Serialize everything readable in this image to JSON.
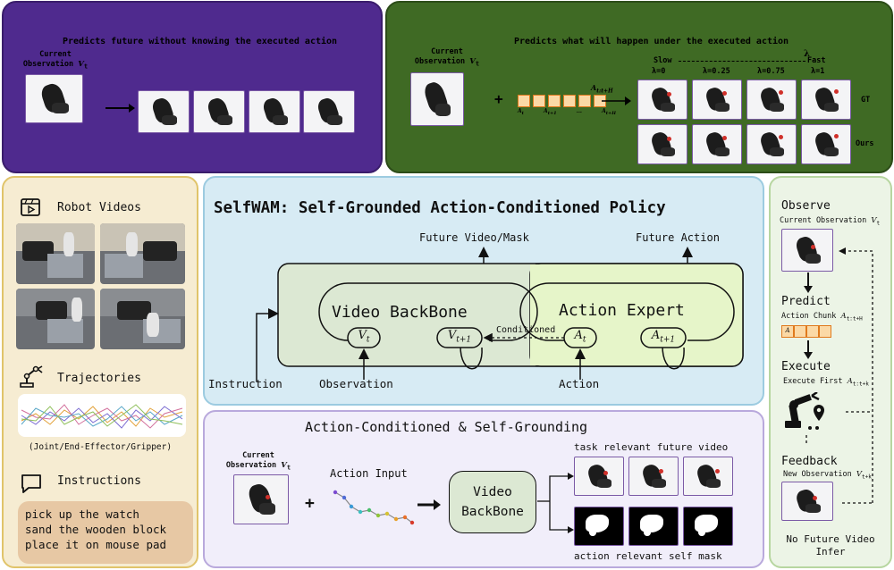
{
  "top_left": {
    "title": "Predicts future without knowing the executed action",
    "obs_label": "Current Observation",
    "obs_var": "V",
    "obs_sub": "t"
  },
  "top_right": {
    "title": "Predicts what will happen under the executed action",
    "obs_label": "Current Observation",
    "obs_var": "V",
    "obs_sub": "t",
    "plus": "+",
    "lambda_sym": "λ",
    "slow": "Slow",
    "fast": "Fast",
    "lambdas": [
      "λ=0",
      "λ=0.25",
      "λ=0.75",
      "λ=1"
    ],
    "row_gt": "GT",
    "row_ours": "Ours",
    "action_top": "A",
    "action_top_sub": "t:t+H",
    "seq_labels": [
      "A",
      "A",
      "...",
      "A"
    ],
    "seq_subs": [
      "t",
      "t+1",
      "",
      "t+H"
    ]
  },
  "left_panel": {
    "robot_videos": "Robot Videos",
    "trajectories": "Trajectories",
    "traj_caption": "(Joint/End-Effector/Gripper)",
    "instructions": "Instructions",
    "instruction_lines": [
      "pick up the watch",
      "sand the wooden block",
      "place it on mouse pad"
    ]
  },
  "center": {
    "title": "SelfWAM: Self-Grounded Action-Conditioned Policy",
    "future_video": "Future Video/Mask",
    "future_action": "Future Action",
    "video_backbone": "Video BackBone",
    "action_expert": "Action Expert",
    "conditioned": "Conditioned",
    "instruction": "Instruction",
    "observation": "Observation",
    "action": "Action",
    "node_v": "V",
    "node_v_sub": "t",
    "node_v1_sub": "t+1",
    "node_a": "A",
    "node_a_sub": "t",
    "node_a1_sub": "t+1"
  },
  "bottom": {
    "title": "Action-Conditioned & Self-Grounding",
    "obs_label": "Current Observation",
    "obs_var": "V",
    "obs_sub": "t",
    "plus": "+",
    "action_input": "Action Input",
    "backbone_line1": "Video",
    "backbone_line2": "BackBone",
    "task_video": "task relevant future video",
    "self_mask": "action relevant self mask"
  },
  "right_panel": {
    "observe": "Observe",
    "current_obs": "Current Observation",
    "obs_var": "V",
    "obs_sub": "t",
    "predict": "Predict",
    "action_chunk": "Action Chunk",
    "chunk_var": "A",
    "chunk_sub": "t:t+H",
    "chunk_cell": "A",
    "execute": "Execute",
    "execute_first": "Execute First",
    "exec_var": "A",
    "exec_sub": "t:t+k",
    "feedback": "Feedback",
    "new_obs": "New Observation",
    "new_var": "V",
    "new_sub": "t+k",
    "no_future_1": "No Future Video",
    "no_future_2": "Infer"
  },
  "colors": {
    "purple_panel": "#4f2a8e",
    "green_panel": "#3f6a24",
    "tan_panel": "#f6ecd2",
    "blue_panel": "#d7ebf4",
    "lavender_panel": "#f1eefa",
    "mint_panel": "#ecf4e6",
    "backbone_fill": "#dce8d3",
    "expert_fill": "#e6f5c9"
  }
}
